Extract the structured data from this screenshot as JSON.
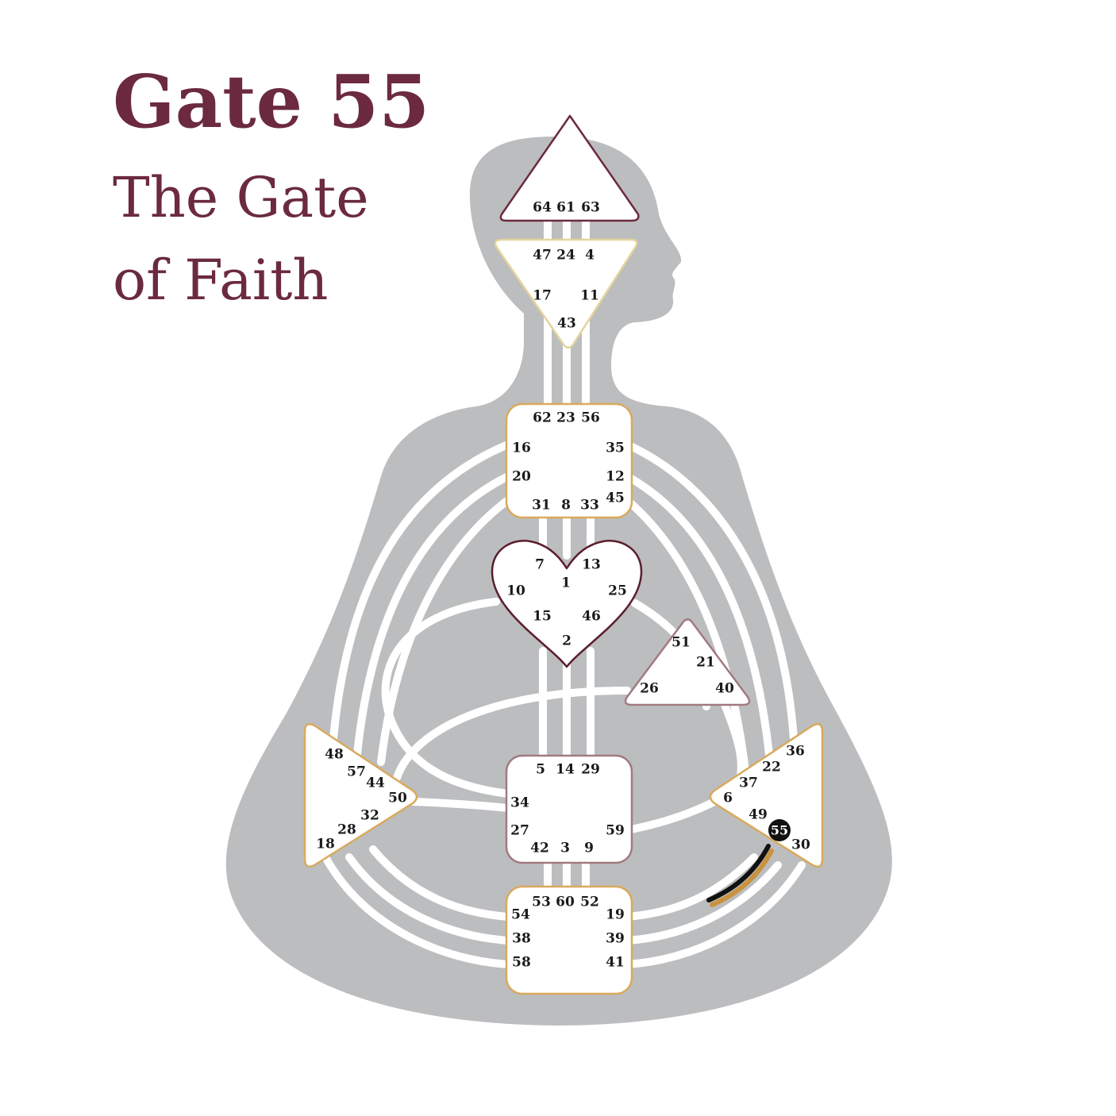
{
  "title": "Gate 55",
  "subtitle_line1": "The Gate",
  "subtitle_line2": "of Faith",
  "colors": {
    "title": "#6b2a3f",
    "body": "#bcbdbf",
    "channel": "#ffffff",
    "head_border": "#6b2a3f",
    "ajna_border": "#e3d49a",
    "gold_border": "#d9a95c",
    "heart_border": "#5a1e2c",
    "sacral_border": "#a07a80",
    "active_gate": "#111111",
    "active_line_gold": "#c9923e"
  },
  "active_gate": "55",
  "centers": {
    "head": {
      "gates": [
        "64",
        "61",
        "63"
      ]
    },
    "ajna": {
      "gates": [
        "47",
        "24",
        "4",
        "17",
        "11",
        "43"
      ]
    },
    "throat": {
      "gates": [
        "62",
        "23",
        "56",
        "16",
        "35",
        "20",
        "12",
        "45",
        "31",
        "8",
        "33"
      ]
    },
    "g": {
      "gates": [
        "7",
        "13",
        "1",
        "10",
        "25",
        "15",
        "46",
        "2"
      ]
    },
    "ego": {
      "gates": [
        "51",
        "21",
        "26",
        "40"
      ]
    },
    "spleen": {
      "gates": [
        "48",
        "57",
        "44",
        "50",
        "32",
        "28",
        "18"
      ]
    },
    "sacral": {
      "gates": [
        "5",
        "14",
        "29",
        "34",
        "27",
        "59",
        "42",
        "3",
        "9"
      ]
    },
    "solar_plexus": {
      "gates": [
        "36",
        "22",
        "37",
        "6",
        "49",
        "55",
        "30"
      ]
    },
    "root": {
      "gates": [
        "53",
        "60",
        "52",
        "54",
        "19",
        "38",
        "39",
        "58",
        "41"
      ]
    }
  }
}
